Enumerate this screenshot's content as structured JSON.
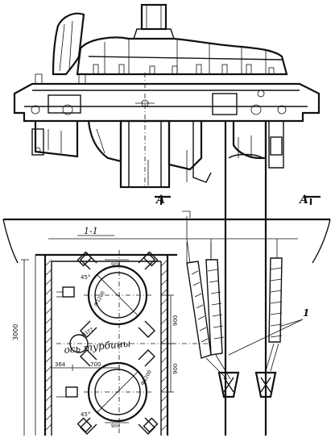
{
  "labels": {
    "section_marker_left": "A",
    "section_marker_right": "A",
    "section_title": "1-1",
    "callout_number": "1",
    "axis_label": "ось турбины",
    "dim_height_total": "3000",
    "dim_vertical_upper": "900",
    "dim_vertical_lower": "900",
    "dim_offset_left": "364",
    "dim_offset_mid": "700",
    "dim_pipe_upper": "Ф1200",
    "dim_pipe_lower": "Ф1200",
    "dim_hole": "Ф377",
    "dim_angle_upper": "45°",
    "dim_angle_lower": "45°",
    "dim_small_upper": "900",
    "dim_small_lower": "900"
  }
}
